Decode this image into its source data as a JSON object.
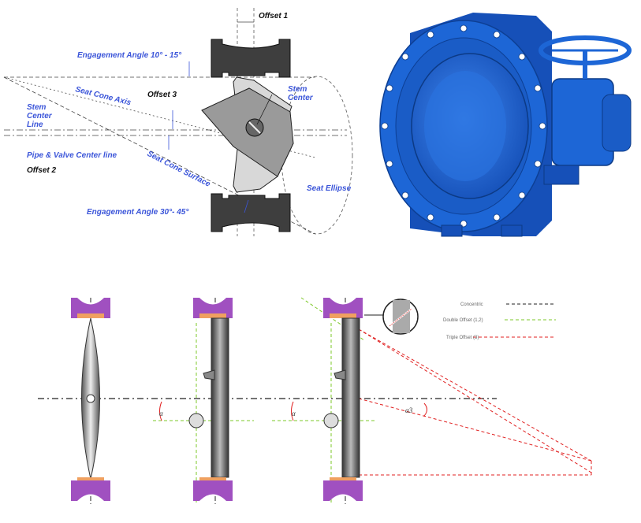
{
  "top_diagram": {
    "offset1": "Offset 1",
    "engagement_top": "Engagement Angle 10° - 15°",
    "seat_cone_axis": "Seat Cone Axis",
    "offset3": "Offset 3",
    "stem_center": [
      "Stem",
      "Center"
    ],
    "stem_center_line": [
      "Stem",
      "Center",
      "Line"
    ],
    "pipe_valve_center": "Pipe & Valve Center line",
    "offset2": "Offset 2",
    "seat_cone_surface": "Seat Cone Surface",
    "seat_ellipse": "Seat Ellipse",
    "engagement_bottom": "Engagement Angle 30°- 45°",
    "label_color": "#3b55d9"
  },
  "photo": {
    "description_icon": "double-flanged-butterfly-valve-with-gearbox",
    "body_color": "#1d66d6"
  },
  "bottom_diagram": {
    "legend": [
      {
        "label": "Concentric",
        "color": "#222222"
      },
      {
        "label": "Double Offset (1,2)",
        "color": "#7ec82a"
      },
      {
        "label": "Triple Offset (3)",
        "color": "#e02020"
      }
    ],
    "angle_label": "α",
    "angle_label_red": "α3",
    "seat_color": "#a050c0",
    "seal_color": "#f0a060"
  }
}
